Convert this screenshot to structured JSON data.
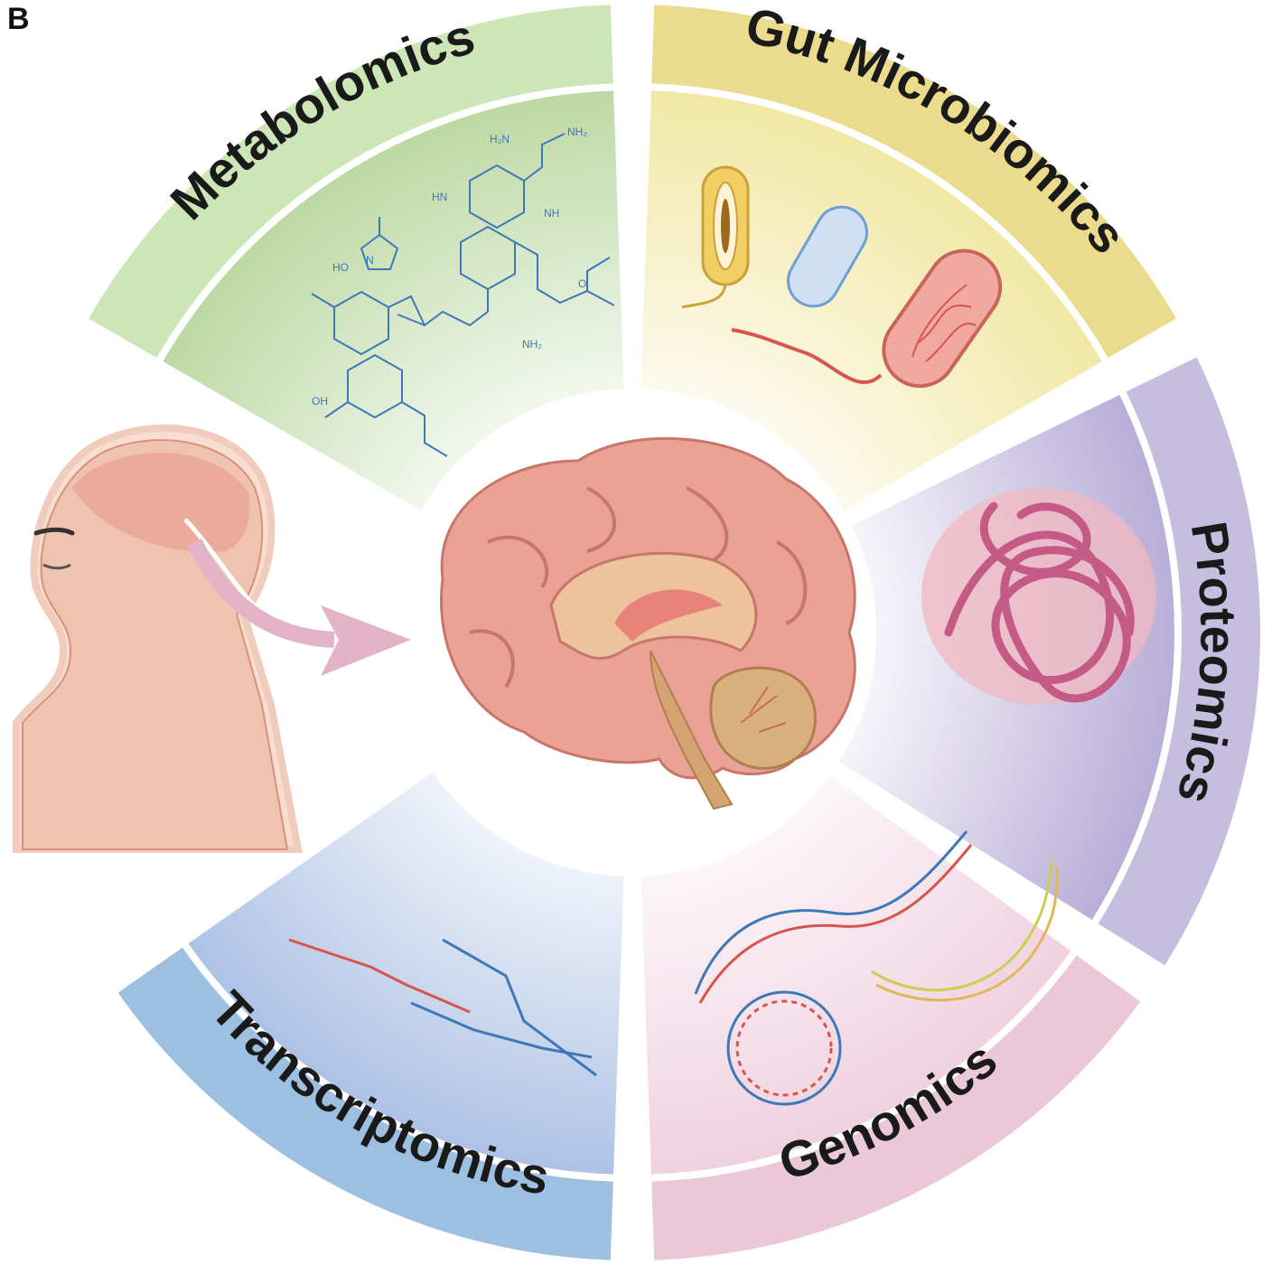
{
  "panel_label": "B",
  "segments": [
    {
      "id": "metabolomics",
      "label": "Metabolomics",
      "band_color": "#cde6b7",
      "inner_color": "#bcd9a4"
    },
    {
      "id": "gut-microbiomics",
      "label": "Gut Microbiomics",
      "band_color": "#eadc8c",
      "inner_color": "#f3eab0"
    },
    {
      "id": "proteomics",
      "label": "Proteomics",
      "band_color": "#c6bedf",
      "inner_color": "#bcb2d9"
    },
    {
      "id": "genomics",
      "label": "Genomics",
      "band_color": "#ebc8d8",
      "inner_color": "#f1d6e2"
    },
    {
      "id": "transcriptomics",
      "label": "Transcriptomics",
      "band_color": "#9dbfe0",
      "inner_color": "#b2c6e6"
    }
  ],
  "molecule_labels": [
    "H₂N",
    "NH₂",
    "NH",
    "HN",
    "HO",
    "OH",
    "O",
    "N",
    "NH₂"
  ],
  "colors": {
    "brain": "#e9a295",
    "skin": "#f0c2b0",
    "arrow": "#e3b3c8",
    "protein": "#c45a86",
    "molecule": "#3d78b8"
  }
}
